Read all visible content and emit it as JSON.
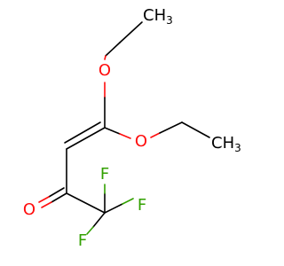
{
  "molecule": {
    "atoms": {
      "methyl_top": {
        "symbol": "CH",
        "subscript": "3"
      },
      "oxygen_top": {
        "symbol": "O"
      },
      "oxygen_mid": {
        "symbol": "O"
      },
      "methyl_right": {
        "symbol": "CH",
        "subscript": "3"
      },
      "oxygen_carbonyl": {
        "symbol": "O"
      },
      "fluorine_upper": {
        "symbol": "F"
      },
      "fluorine_right": {
        "symbol": "F"
      },
      "fluorine_lower": {
        "symbol": "F"
      }
    },
    "colors": {
      "carbon": "#000000",
      "oxygen": "#ff0d0d",
      "fluorine": "#32a000"
    }
  }
}
